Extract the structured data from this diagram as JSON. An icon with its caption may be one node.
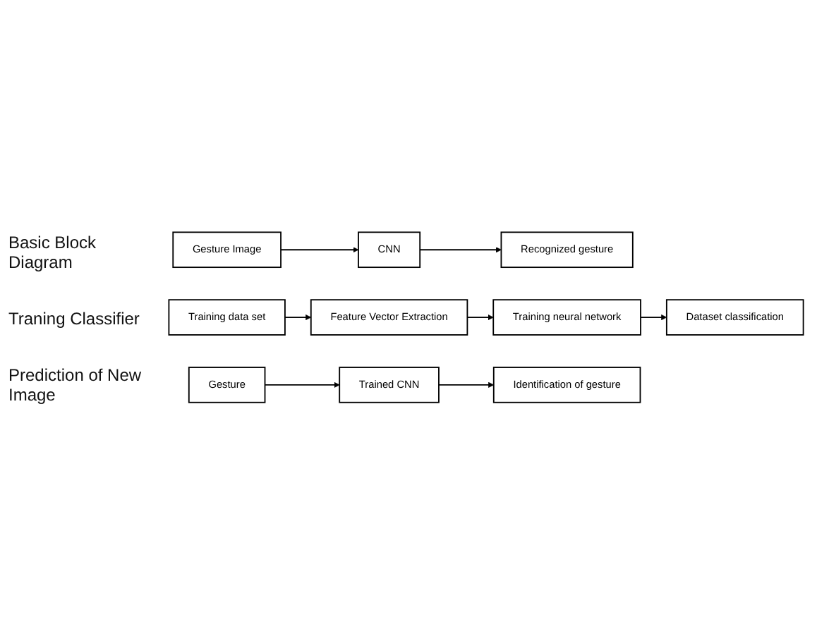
{
  "diagram": {
    "nodes": [
      {
        "text": [
          "Gesture Image"
        ]
      },
      {
        "text": [
          "CNN"
        ]
      },
      {
        "text": [
          "Recognized gesture"
        ]
      },
      {
        "text": [
          "Training data set"
        ]
      },
      {
        "text": [
          "Feature Vector Extraction"
        ]
      },
      {
        "text": [
          "Training neural network"
        ]
      },
      {
        "text": [
          "Dataset classification"
        ]
      },
      {
        "text": [
          "Gesture"
        ]
      },
      {
        "text": [
          "Trained CNN"
        ]
      },
      {
        "text": [
          "Identification of gesture"
        ]
      }
    ],
    "edges": [
      {
        "from": 0,
        "to": 1,
        "arrow": "to"
      },
      {
        "from": 1,
        "to": 2,
        "arrow": "to"
      },
      {
        "from": 3,
        "to": 4,
        "arrow": "to"
      },
      {
        "from": 4,
        "to": 5,
        "arrow": "to"
      },
      {
        "from": 5,
        "to": 6,
        "arrow": "to"
      },
      {
        "from": 7,
        "to": 8,
        "arrow": "to"
      },
      {
        "from": 8,
        "to": 9,
        "arrow": "to"
      }
    ],
    "labels": [
      "Basic Block Diagram",
      "Traning Classifier",
      "Prediction of New Image"
    ]
  }
}
